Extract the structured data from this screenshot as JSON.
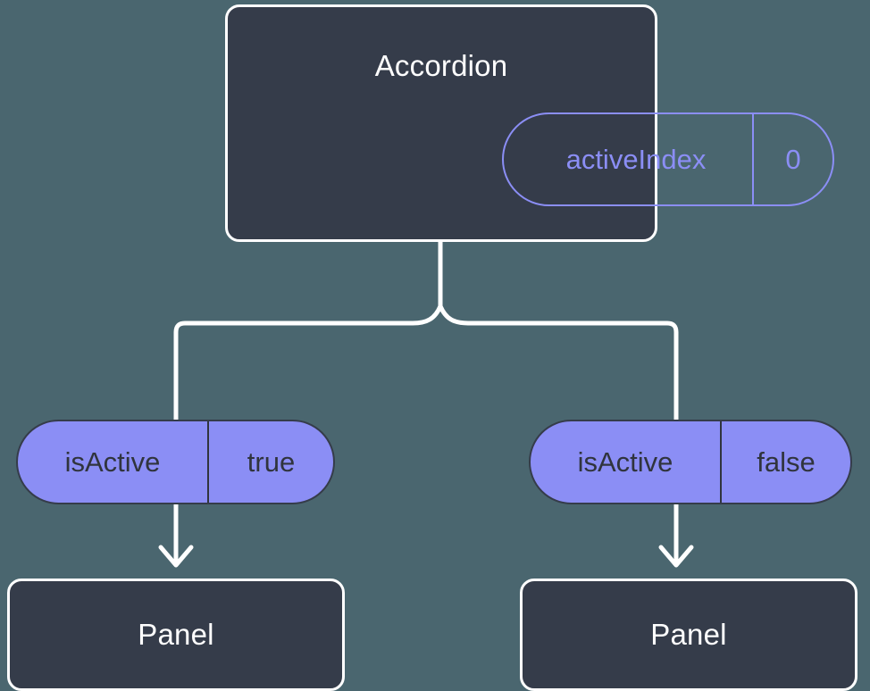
{
  "diagram": {
    "type": "component-tree",
    "background_color": "#4a666f",
    "node_color": "#353c4a",
    "accent_color": "#8b8ef5",
    "line_color": "#ffffff",
    "parent": {
      "title": "Accordion",
      "state": {
        "key": "activeIndex",
        "value": "0"
      }
    },
    "branches": [
      {
        "prop": {
          "key": "isActive",
          "value": "true"
        },
        "child": {
          "title": "Panel"
        }
      },
      {
        "prop": {
          "key": "isActive",
          "value": "false"
        },
        "child": {
          "title": "Panel"
        }
      }
    ]
  }
}
